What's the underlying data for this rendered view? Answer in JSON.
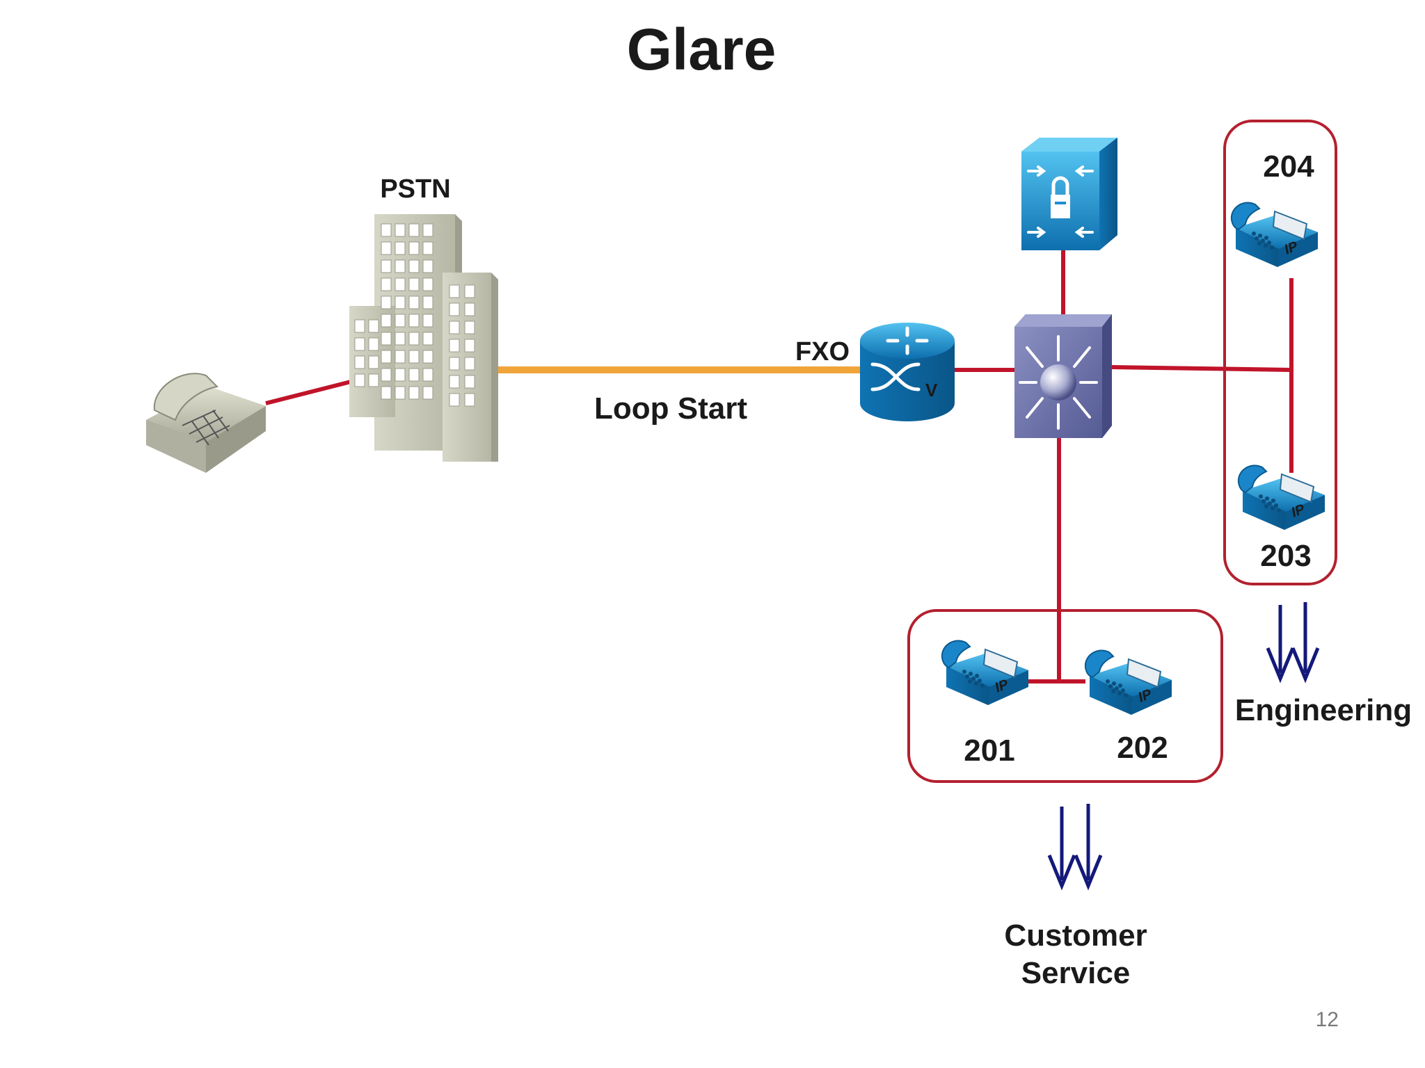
{
  "slide": {
    "title": "Glare",
    "page_number": "12"
  },
  "labels": {
    "pstn": "PSTN",
    "loop_start": "Loop Start",
    "fxo": "FXO",
    "ext_201": "201",
    "ext_202": "202",
    "ext_203": "203",
    "ext_204": "204",
    "engineering": "Engineering",
    "customer_service_line1": "Customer",
    "customer_service_line2": "Service"
  },
  "icons": {
    "analog_phone": "analog-phone-icon",
    "pstn_building": "building-icon",
    "voice_router": "voice-router-icon",
    "switch": "multilayer-switch-icon",
    "call_manager": "call-manager-server-icon",
    "ip_phone": "ip-phone-icon",
    "arrow": "double-down-arrow-icon"
  },
  "colors": {
    "link": "#c0142a",
    "loop_start_link": "#f0a43a",
    "group_border": "#b4202e",
    "cisco_blue": "#1e8fd0",
    "switch_purple": "#6c72a8",
    "arrow_navy": "#14197a",
    "building_gray": "#c8c8b8"
  }
}
